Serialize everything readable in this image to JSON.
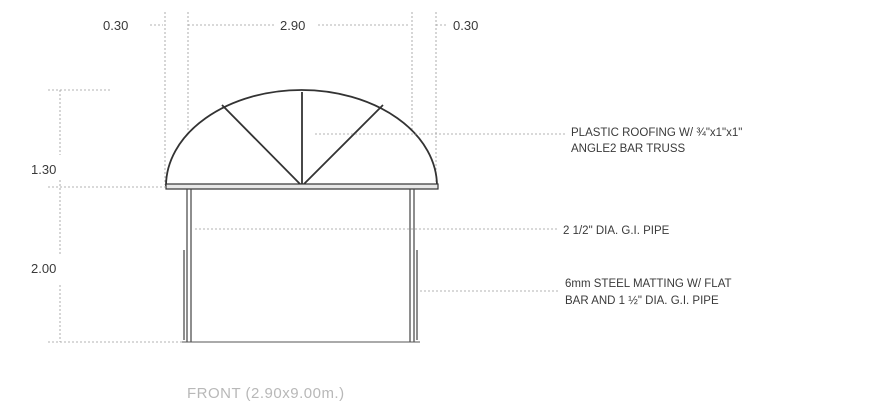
{
  "dimensions": {
    "left_overhang": "0.30",
    "span": "2.90",
    "right_overhang": "0.30",
    "roof_height": "1.30",
    "wall_height": "2.00"
  },
  "notes": {
    "roofing_line1": "PLASTIC ROOFING W/ ¾\"x1\"x1\"",
    "roofing_line2": "ANGLE2 BAR TRUSS",
    "pipe": "2 1/2\" DIA. G.I. PIPE",
    "matting_line1": "6mm STEEL MATTING W/ FLAT",
    "matting_line2": "BAR AND 1 ½\" DIA. G.I. PIPE"
  },
  "caption": "FRONT (2.90x9.00m.)"
}
